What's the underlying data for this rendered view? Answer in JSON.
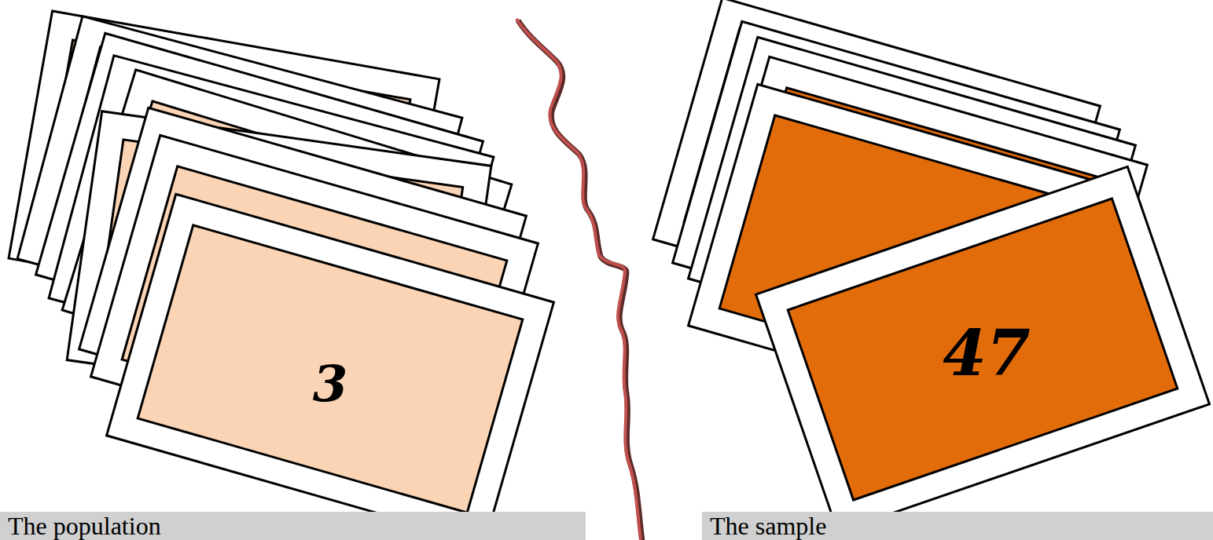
{
  "diagram": {
    "nodes": [
      {
        "text": [
          "3"
        ]
      },
      {
        "text": [
          "47"
        ]
      },
      {
        "text": [
          "The population"
        ]
      },
      {
        "text": [
          "The sample"
        ]
      }
    ]
  }
}
